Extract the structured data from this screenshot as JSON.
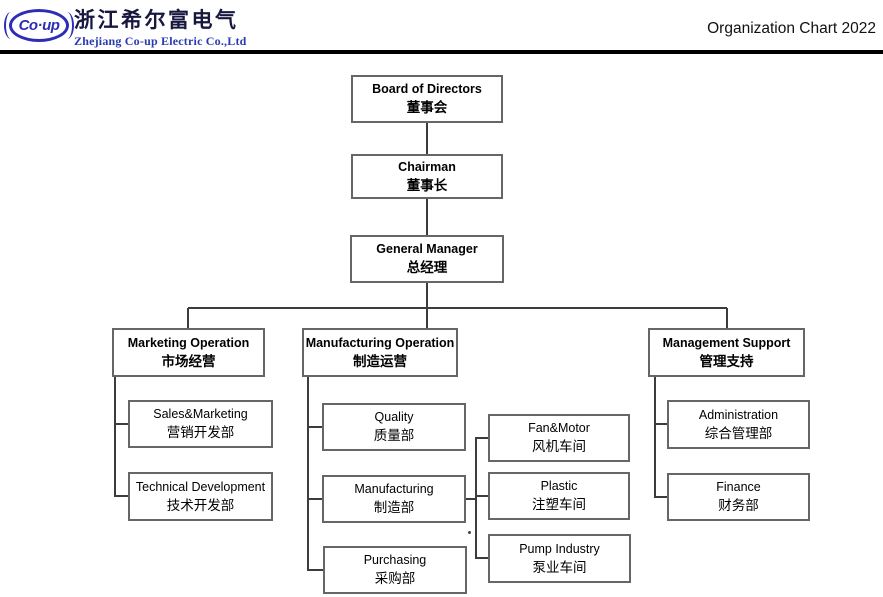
{
  "header": {
    "logo_text": "Co·up",
    "company_name_cn": "浙江希尔富电气",
    "company_name_en": "Zhejiang Co-up Electric Co.,Ltd",
    "document_title": "Organization Chart 2022",
    "brand_color": "#2d2db5",
    "subtitle_color": "#2a3ab0"
  },
  "chart": {
    "line_color": "#3c3c3c",
    "box_border_color": "#666666",
    "nodes": {
      "board": {
        "en": "Board of Directors",
        "cn": "董事会"
      },
      "chairman": {
        "en": "Chairman",
        "cn": "董事长"
      },
      "general_manager": {
        "en": "General Manager",
        "cn": "总经理"
      },
      "marketing_operation": {
        "en": "Marketing Operation",
        "cn": "市场经营"
      },
      "manufacturing_operation": {
        "en": "Manufacturing Operation",
        "cn": "制造运营"
      },
      "management_support": {
        "en": "Management Support",
        "cn": "管理支持"
      },
      "sales_marketing": {
        "en": "Sales&Marketing",
        "cn": "营销开发部"
      },
      "technical_development": {
        "en": "Technical Development",
        "cn": "技术开发部"
      },
      "quality": {
        "en": "Quality",
        "cn": "质量部"
      },
      "manufacturing_dept": {
        "en": "Manufacturing",
        "cn": "制造部"
      },
      "purchasing": {
        "en": "Purchasing",
        "cn": "采购部"
      },
      "fan_motor": {
        "en": "Fan&Motor",
        "cn": "风机车间"
      },
      "plastic": {
        "en": "Plastic",
        "cn": "注塑车间"
      },
      "pump_industry": {
        "en": "Pump Industry",
        "cn": "泵业车间"
      },
      "administration": {
        "en": "Administration",
        "cn": "综合管理部"
      },
      "finance": {
        "en": "Finance",
        "cn": "财务部"
      }
    },
    "hierarchy_note": "Board of Directors > Chairman > General Manager > [Marketing Operation, Manufacturing Operation, Management Support]; Marketing Operation > [Sales&Marketing, Technical Development]; Manufacturing Operation > [Quality, Manufacturing, Purchasing]; Manufacturing > [Fan&Motor, Plastic, Pump Industry]; Management Support > [Administration, Finance]"
  }
}
